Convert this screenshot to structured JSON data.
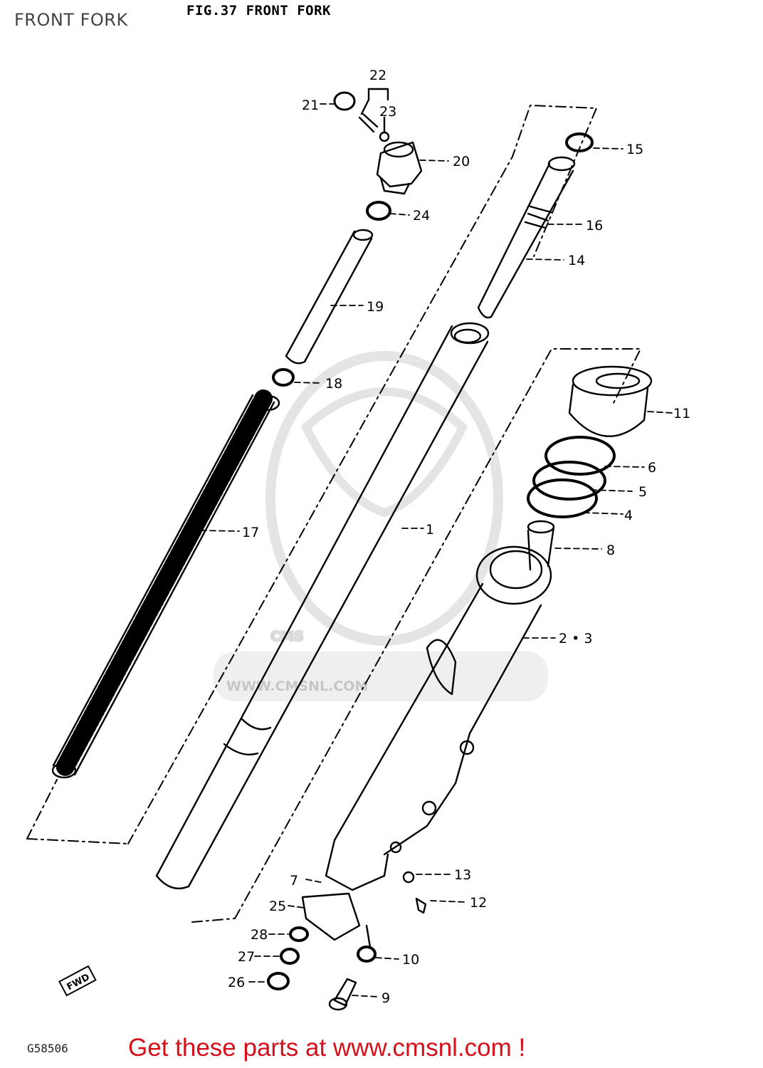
{
  "header": {
    "page_title": "FRONT FORK",
    "figure_title": "FIG.37  FRONT FORK"
  },
  "watermark": {
    "brand": "CMS",
    "url": "WWW.CMSNL.COM"
  },
  "parts": [
    {
      "label": "1"
    },
    {
      "label": "2 • 3"
    },
    {
      "label": "4"
    },
    {
      "label": "5"
    },
    {
      "label": "6"
    },
    {
      "label": "7"
    },
    {
      "label": "8"
    },
    {
      "label": "9"
    },
    {
      "label": "10"
    },
    {
      "label": "11"
    },
    {
      "label": "12"
    },
    {
      "label": "13"
    },
    {
      "label": "14"
    },
    {
      "label": "15"
    },
    {
      "label": "16"
    },
    {
      "label": "17"
    },
    {
      "label": "18"
    },
    {
      "label": "19"
    },
    {
      "label": "20"
    },
    {
      "label": "21"
    },
    {
      "label": "22"
    },
    {
      "label": "23"
    },
    {
      "label": "24"
    },
    {
      "label": "25"
    },
    {
      "label": "26"
    },
    {
      "label": "27"
    },
    {
      "label": "28"
    }
  ],
  "direction_tag": "FWD",
  "diagram_code": "G58506",
  "footer": {
    "cta": "Get these parts at www.cmsnl.com !"
  }
}
